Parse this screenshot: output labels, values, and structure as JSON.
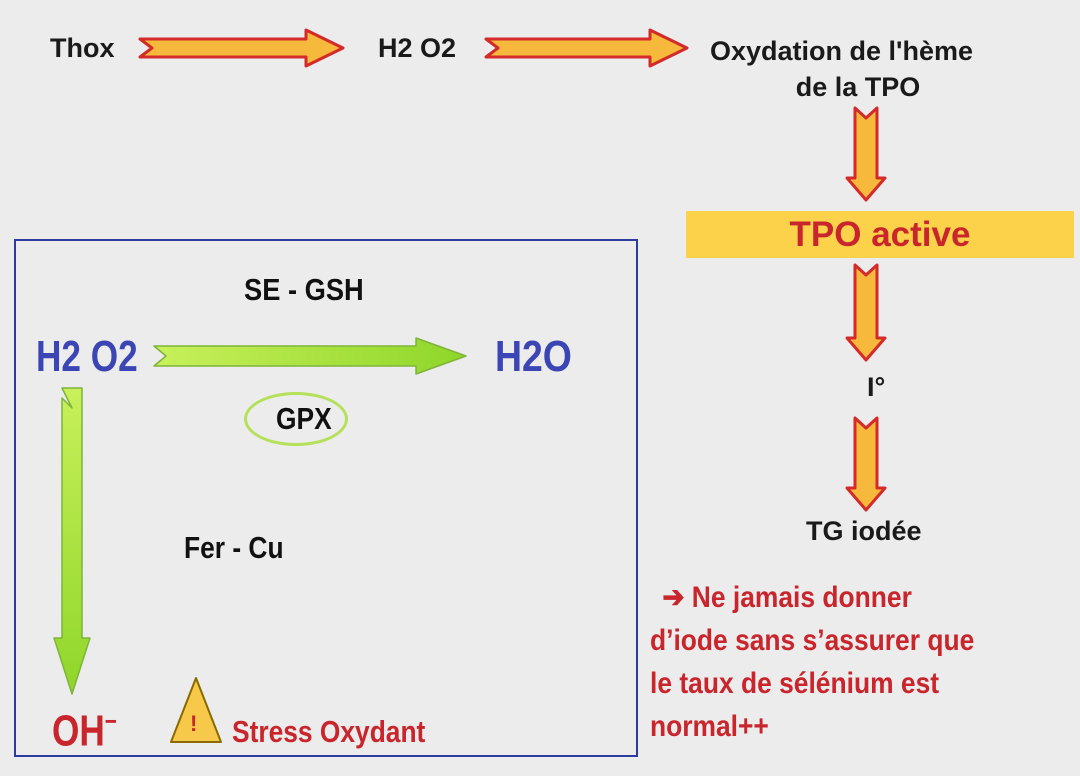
{
  "pathway": {
    "thox": "Thox",
    "h2o2": "H2 O2",
    "oxidation_line1": "Oxydation de l'hème",
    "oxidation_line2": "de la TPO",
    "tpo_active": "TPO active",
    "iodine": "I°",
    "tg_iodee": "TG iodée"
  },
  "box": {
    "se_gsh": "SE - GSH",
    "h2o2": "H2 O2",
    "h2o": "H2O",
    "gpx": "GPX",
    "fer_cu": "Fer - Cu",
    "oh": "OH",
    "oh_superscript": "−",
    "warning_symbol": "!",
    "stress": "Stress Oxydant"
  },
  "note": {
    "arrow_glyph": "➔",
    "line1": "Ne jamais donner",
    "line2": "d’iode sans s’assurer que",
    "line3": "le taux de sélénium est",
    "line4": "normal++"
  },
  "colors": {
    "background": "#ececec",
    "arrow_fill": "#f6b93b",
    "arrow_stroke": "#d42a2a",
    "green_arrow": "#a8e63a",
    "blue_text": "#3b46b4",
    "red_text": "#c9252c",
    "highlight": "#fcd24a"
  },
  "icons": [
    "warning-triangle-icon",
    "right-arrow-icon"
  ]
}
